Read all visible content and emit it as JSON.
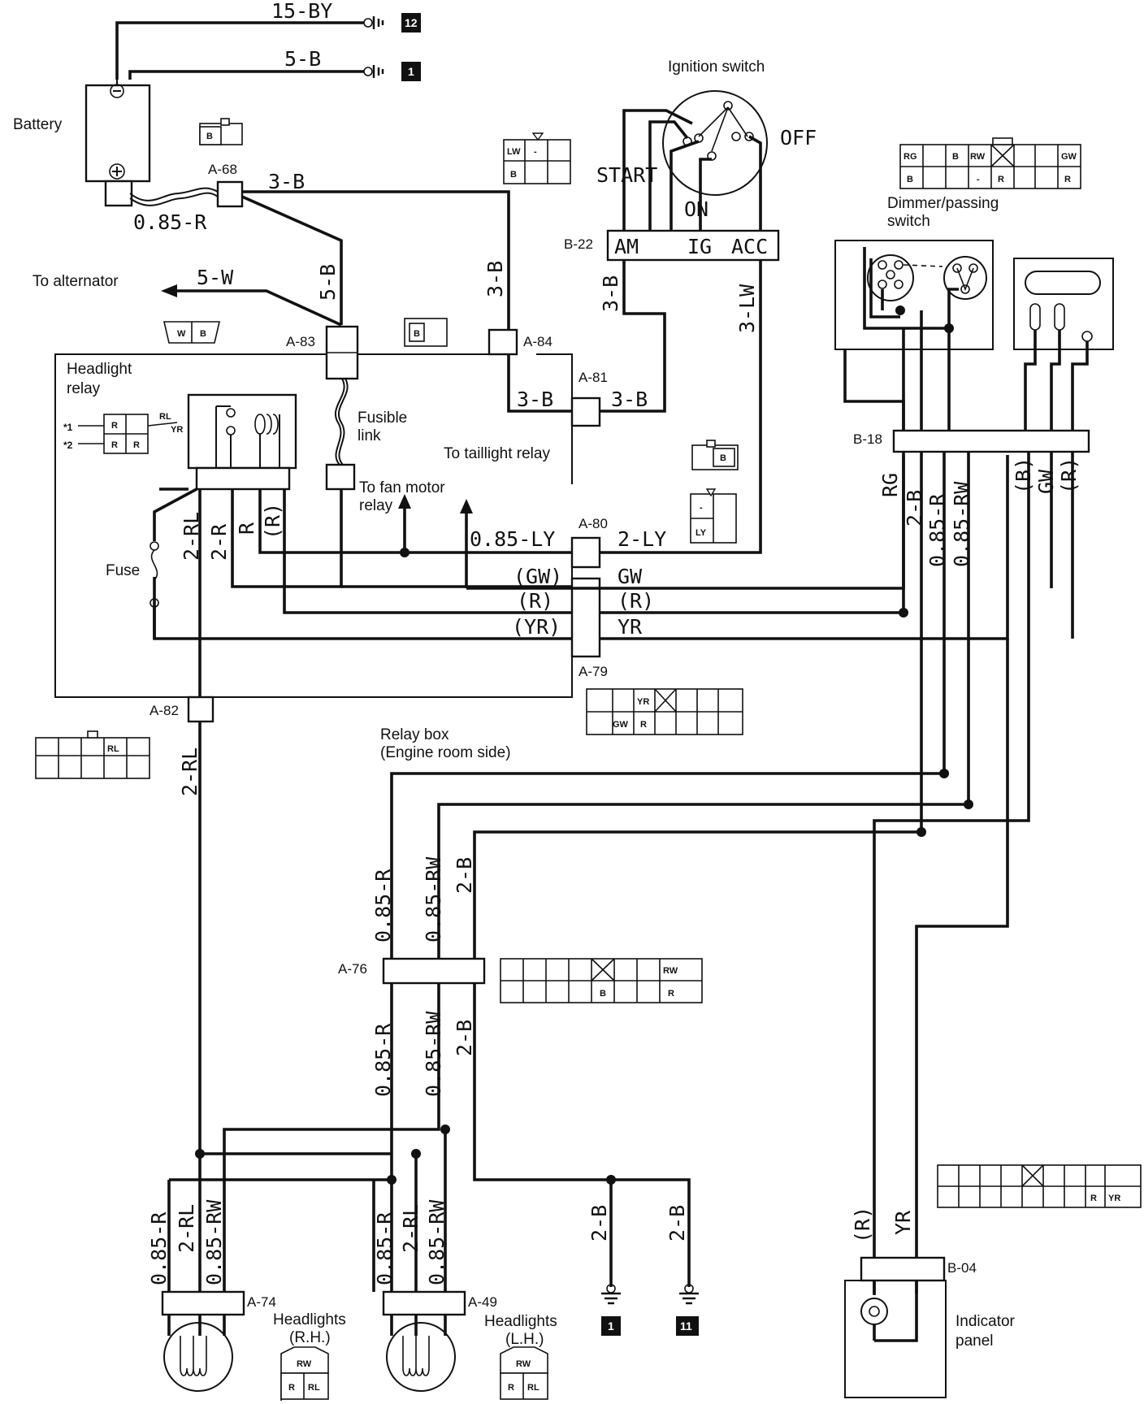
{
  "wire_labels": {
    "bat_main": "15-BY",
    "bat_gnd": "5-B",
    "bat_plus": "0.85-R",
    "a68_out": "3-B",
    "alt": "5-W",
    "a83_in": "5-B",
    "a84_in": "3-B",
    "sw_am": "3-B",
    "sw_acc": "3-LW",
    "a81_l": "3-B",
    "a81_r": "3-B",
    "a80_l": "0.85-LY",
    "a80_r": "2-LY",
    "gw_l": "(GW)",
    "gw_r": "GW",
    "r_l": "(R)",
    "r_r": "(R)",
    "yr_l": "(YR)",
    "yr_r": "YR",
    "relay_2rl": "2-RL",
    "relay_2r": "2-R",
    "relay_r": "R",
    "relay_rp": "(R)",
    "a82_down": "2-RL",
    "b18_rg": "RG",
    "b18_2b": "2-B",
    "b18_085r": "0.85-R",
    "b18_085rw": "0.85-RW",
    "b18_b": "(B)",
    "b18_gw": "GW",
    "b18_r": "(R)",
    "a76_top_r": "0.85-R",
    "a76_top_rw": "0.85-RW",
    "a76_top_b": "2-B",
    "a76_bot_r": "0.85-R",
    "a76_bot_rw": "0.85-RW",
    "a76_bot_b": "2-B",
    "a74_r": "0.85-R",
    "a74_rl": "2-RL",
    "a74_rw": "0.85-RW",
    "a49_r": "0.85-R",
    "a49_rl": "2-RL",
    "a49_rw": "0.85-RW",
    "gnd1": "2-B",
    "gnd11": "2-B",
    "b04_r": "(R)",
    "b04_yr": "YR"
  },
  "components": {
    "battery": "Battery",
    "ignition_switch": "Ignition switch",
    "off": "OFF",
    "start": "START",
    "on": "ON",
    "am": "AM",
    "ig": "IG",
    "acc": "ACC",
    "dimmer_1": "Dimmer/passing",
    "dimmer_2": "switch",
    "to_alternator": "To alternator",
    "headlight_relay_1": "Headlight",
    "headlight_relay_2": "relay",
    "fusible_1": "Fusible",
    "fusible_2": "link",
    "to_taillight": "To taillight relay",
    "to_fan_1": "To fan motor",
    "to_fan_2": "relay",
    "fuse": "Fuse",
    "relay_box_1": "Relay box",
    "relay_box_2": "(Engine room side)",
    "headlights_rh_1": "Headlights",
    "headlights_rh_2": "(R.H.)",
    "headlights_lh_1": "Headlights",
    "headlights_lh_2": "(L.H.)",
    "indicator_1": "Indicator",
    "indicator_2": "panel",
    "note_1": "*1",
    "note_2": "*2"
  },
  "connectors": {
    "a68": "A-68",
    "a83": "A-83",
    "a84": "A-84",
    "a81": "A-81",
    "a80": "A-80",
    "a79": "A-79",
    "a82": "A-82",
    "a76": "A-76",
    "a74": "A-74",
    "a49": "A-49",
    "b22": "B-22",
    "b18": "B-18",
    "b04": "B-04"
  },
  "ground_numbers": {
    "top_12": "12",
    "top_1": "1",
    "bottom_1": "1",
    "bottom_11": "11"
  },
  "pin_labels": {
    "b": "B",
    "w": "W",
    "r": "R",
    "rl": "RL",
    "yr": "YR",
    "gw": "GW",
    "rw": "RW",
    "rg": "RG",
    "lw": "LW",
    "ly": "LY",
    "dash": "-"
  }
}
